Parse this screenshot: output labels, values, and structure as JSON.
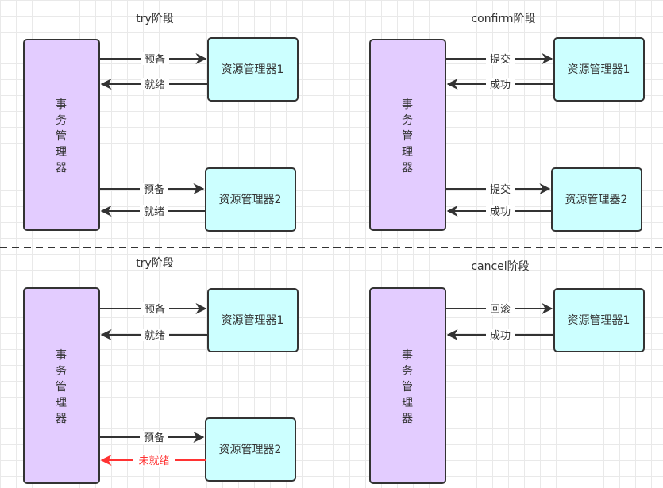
{
  "colors": {
    "transaction_manager_fill": "#e3ccff",
    "resource_manager_fill": "#ccffff",
    "stroke": "#333333",
    "failure": "#ff3333"
  },
  "panels": [
    {
      "title": "try阶段",
      "transaction_manager": "事务管理器",
      "resource_managers": [
        {
          "label": "资源管理器1",
          "request": "预备",
          "response": "就绪",
          "response_failed": false
        },
        {
          "label": "资源管理器2",
          "request": "预备",
          "response": "就绪",
          "response_failed": false
        }
      ]
    },
    {
      "title": "confirm阶段",
      "transaction_manager": "事务管理器",
      "resource_managers": [
        {
          "label": "资源管理器1",
          "request": "提交",
          "response": "成功",
          "response_failed": false
        },
        {
          "label": "资源管理器2",
          "request": "提交",
          "response": "成功",
          "response_failed": false
        }
      ]
    },
    {
      "title": "try阶段",
      "transaction_manager": "事务管理器",
      "resource_managers": [
        {
          "label": "资源管理器1",
          "request": "预备",
          "response": "就绪",
          "response_failed": false
        },
        {
          "label": "资源管理器2",
          "request": "预备",
          "response": "未就绪",
          "response_failed": true
        }
      ]
    },
    {
      "title": "cancel阶段",
      "transaction_manager": "事务管理器",
      "resource_managers": [
        {
          "label": "资源管理器1",
          "request": "回滚",
          "response": "成功",
          "response_failed": false
        }
      ]
    }
  ]
}
